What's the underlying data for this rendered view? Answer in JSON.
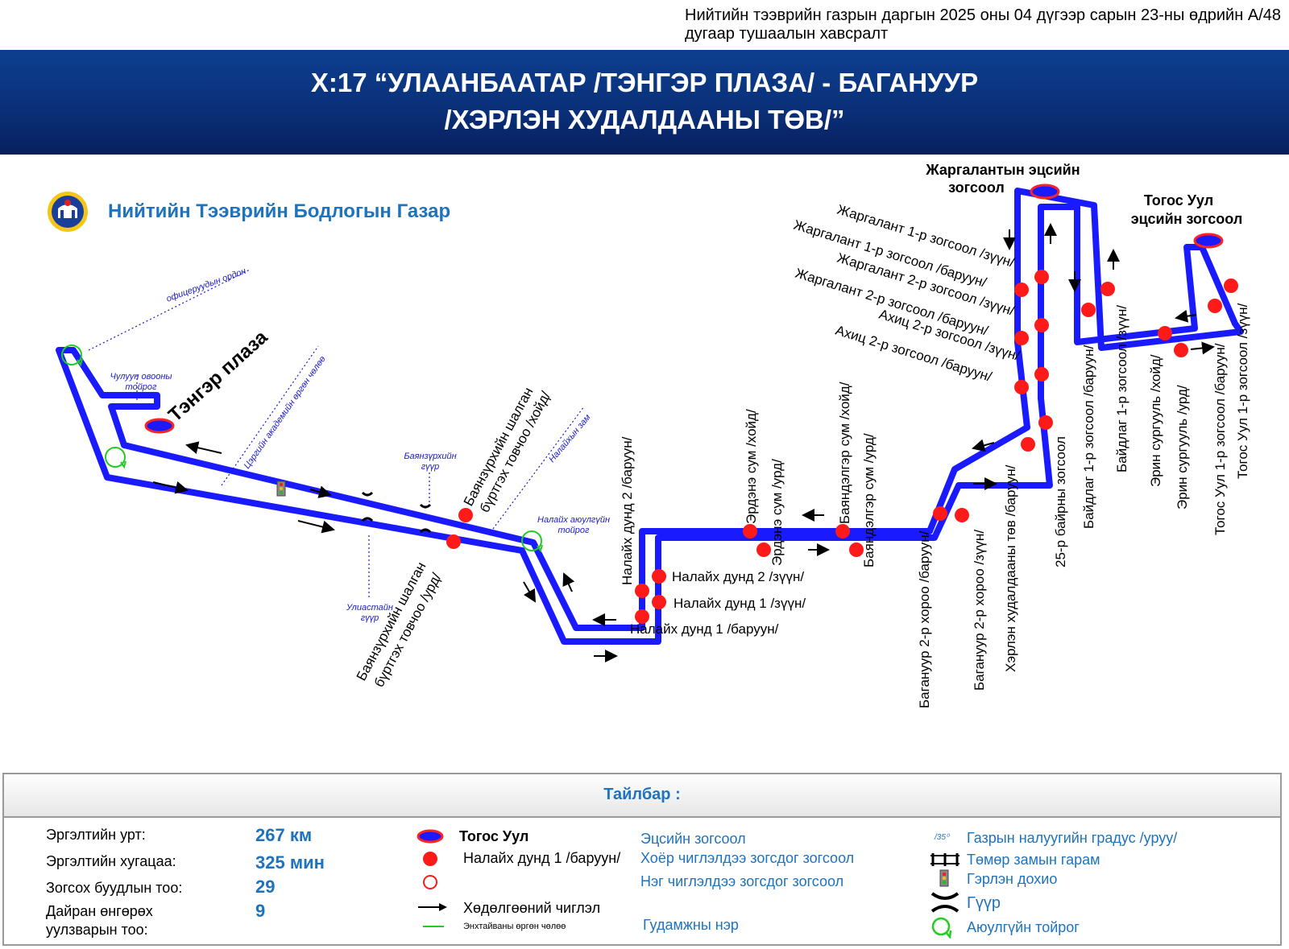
{
  "decree": "Нийтийн тээврийн газрын даргын 2025 оны 04 дүгээр сарын 23-ны өдрийн А/48 дугаар тушаалын хавсралт",
  "title": {
    "line1": "Х:17 “УЛААНБААТАР /ТЭНГЭР ПЛАЗА/ - БАГАНУУР",
    "line2": "/ХЭРЛЭН ХУДАЛДААНЫ ТӨВ/”"
  },
  "org_name": "Нийтийн Тээврийн Бодлогын Газар",
  "colors": {
    "route": "#1a1aff",
    "stop": "#ff0000",
    "banner": "#0a2f78",
    "accent": "#1e73be",
    "roundabout": "#22cc22"
  },
  "icons": [
    "org-logo-icon",
    "arrow-icon",
    "roundabout-icon",
    "traffic-light-icon",
    "bridge-icon",
    "railway-crossing-icon"
  ],
  "terminals": {
    "tenger": "Тэнгэр плаза",
    "jargalant_line1": "Жаргалантын эцсийн",
    "jargalant_line2": "зогсоол",
    "togos_line1": "Тогос Уул",
    "togos_line2": "эцсийн зогсоол"
  },
  "stops": {
    "bayanzurkh_n_1": "Баянзүрхийн шалган",
    "bayanzurkh_n_2": "бүртгэх товчоо /хойд/",
    "bayanzurkh_s_1": "Баянзүрхийн шалган",
    "bayanzurkh_s_2": "бүртгэх товчоо /урд/",
    "nalaikh2w": "Налайх дунд 2 /баруун/",
    "nalaikh2e": "Налайх дунд 2 /зүүн/",
    "nalaikh1e": "Налайх дунд 1 /зүүн/",
    "nalaikh1w": "Налайх дунд 1 /баруун/",
    "erdene_n": "Эрдэнэ сум /хойд/",
    "erdene_s": "Эрдэнэ сум /урд/",
    "bayandelger_n": "Баяндэлгэр сум /хойд/",
    "bayandelger_s": "Баяндэлгэр сум /урд/",
    "baganuur2w": "Багануур 2-р хороо /баруун/",
    "baganuur2e": "Багануур 2-р хороо /зүүн/",
    "kherlen_w": "Хэрлэн худалдааны төв /баруун/",
    "bair25": "25-р байрны зогсоол",
    "jarg1e": "Жаргалант 1-р зогсоол /зүүн/",
    "jarg1w": "Жаргалант 1-р зогсоол /баруун/",
    "jarg2e": "Жаргалант 2-р зогсоол /зүүн/",
    "jarg2w": "Жаргалант 2-р зогсоол /баруун/",
    "akhits2e": "Ахиц 2-р зогсоол /зүүн/",
    "akhits2w": "Ахиц 2-р зогсоол /баруун/",
    "baidlag1w": "Байдлаг 1-р зогсоол /баруун/",
    "baidlag1e": "Байдлаг 1-р зогсоол /зүүн/",
    "erin_n": "Эрин сургууль /хойд/",
    "erin_s": "Эрин сургууль /урд/",
    "togos1w": "Тогос Уул 1-р зогсоол /баруун/",
    "togos1e": "Тогос Уул 1-р зогсоол /зүүн/"
  },
  "places": {
    "officers": "офицеруудын ордон",
    "chuluun_1": "Чулуун овооны",
    "chuluun_2": "тойрог",
    "academy": "Цэргийн академийн өргөн чөлөө",
    "bayanzurkh_bridge_1": "Баянзүрхийн",
    "bayanzurkh_bridge_2": "гүүр",
    "uliastai_1": "Улиастайн",
    "uliastai_2": "гүүр",
    "nalaikh_rb_1": "Налайх аюулгүйн",
    "nalaikh_rb_2": "тойрог",
    "nalaikh_road": "Налайхын зам"
  },
  "legend": {
    "title": "Тайлбар :",
    "length_label": "Эргэлтийн урт:",
    "length_value": "267 км",
    "duration_label": "Эргэлтийн хугацаа:",
    "duration_value": "325 мин",
    "stops_label": "Зогсох буудлын тоо:",
    "stops_value": "29",
    "junctions_label_1": "Дайран өнгөрөх",
    "junctions_label_2": "уулзварын тоо:",
    "junctions_value": "9",
    "terminal_example": "Тогос Уул",
    "terminal_desc": "Эцсийн зогсоол",
    "stop_example": "Налайх дунд 1 /баруун/",
    "both_desc": "Хоёр чиглэлдээ зогсдог зогсоол",
    "one_desc": "Нэг чиглэлдээ зогсдог зогсоол",
    "direction": "Хөдөлгөөний чиглэл",
    "enkhtaivan": "Энхтайваны өргөн чөлөө",
    "street_names": "Гудамжны нэр",
    "slope_sample": "/35⁰",
    "slope": "Газрын налуугийн градус /уруу/",
    "railway": "Төмөр замын гарам",
    "traffic_light": "Гэрлэн дохио",
    "bridge": "Гүүр",
    "roundabout": "Аюулгүйн тойрог"
  }
}
